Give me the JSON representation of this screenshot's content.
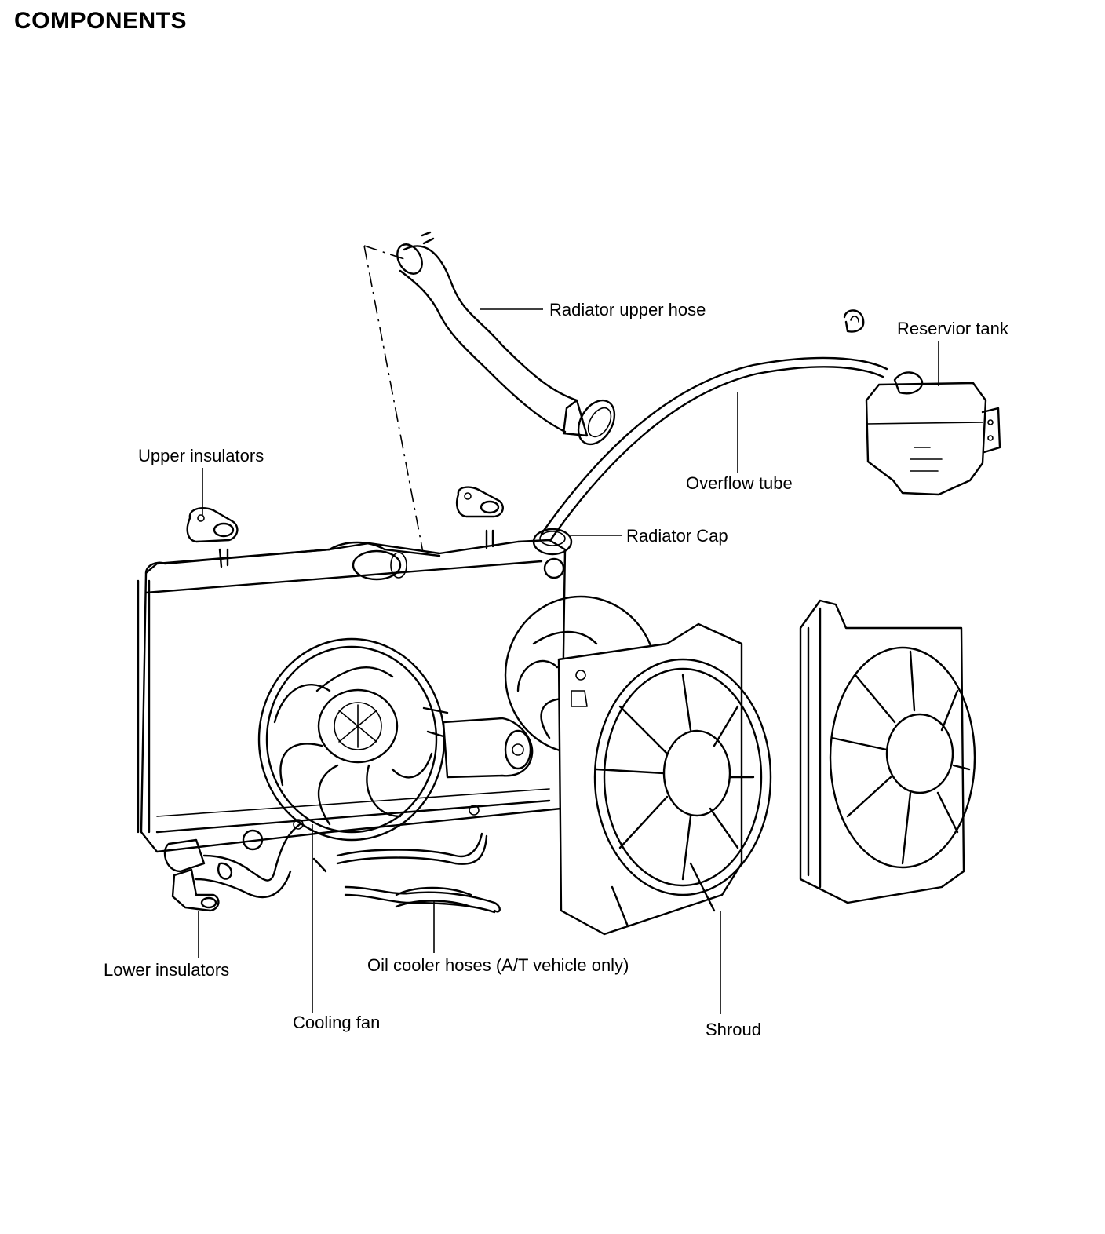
{
  "heading": "COMPONENTS",
  "labels": {
    "radiator_upper_hose": "Radiator upper hose",
    "reservoir_tank": "Reservior tank",
    "upper_insulators": "Upper insulators",
    "overflow_tube": "Overflow tube",
    "radiator_cap": "Radiator Cap",
    "lower_insulators": "Lower insulators",
    "oil_cooler_hoses": "Oil cooler hoses (A/T vehicle only)",
    "cooling_fan": "Cooling fan",
    "shroud": "Shroud"
  }
}
